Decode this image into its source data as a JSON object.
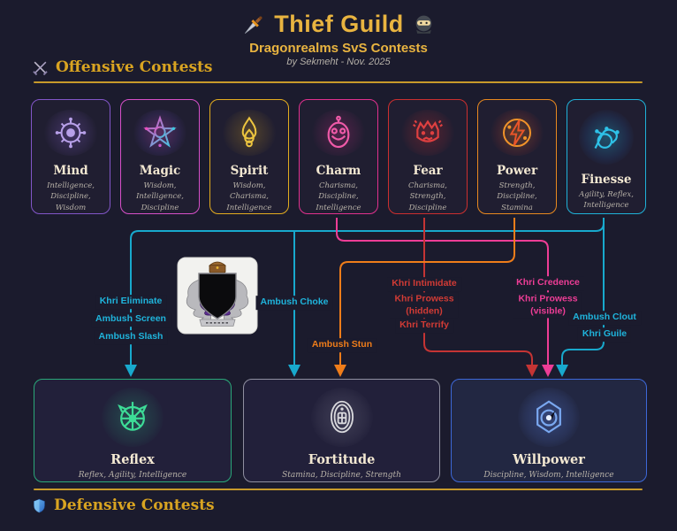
{
  "header": {
    "title": "Thief Guild",
    "subtitle": "Dragonrealms SvS Contests",
    "byline": "by Sekmeht - Nov. 2025"
  },
  "sections": {
    "offensive": "Offensive Contests",
    "defensive": "Defensive Contests"
  },
  "offensive_cards": [
    {
      "name": "Mind",
      "attrs": "Intelligence,\nDiscipline,\nWisdom",
      "color": "#8256c8"
    },
    {
      "name": "Magic",
      "attrs": "Wisdom,\nIntelligence,\nDiscipline",
      "color": "#d64fc8"
    },
    {
      "name": "Spirit",
      "attrs": "Wisdom,\nCharisma,\nIntelligence",
      "color": "#e3ac1f"
    },
    {
      "name": "Charm",
      "attrs": "Charisma,\nDiscipline,\nIntelligence",
      "color": "#e0318e"
    },
    {
      "name": "Fear",
      "attrs": "Charisma,\nStrength,\nDiscipline",
      "color": "#cc2f2f"
    },
    {
      "name": "Power",
      "attrs": "Strength,\nDiscipline,\nStamina",
      "color": "#e8891f"
    },
    {
      "name": "Finesse",
      "attrs": "Agility, Reflex,\nIntelligence",
      "color": "#1fb2d8"
    }
  ],
  "defensive_cards": [
    {
      "name": "Reflex",
      "attrs": "Reflex, Agility, Intelligence",
      "color": "#2aa879"
    },
    {
      "name": "Fortitude",
      "attrs": "Stamina, Discipline, Strength",
      "color": "#8f8fa0"
    },
    {
      "name": "Willpower",
      "attrs": "Discipline, Wisdom, Intelligence",
      "color": "#3d68d8"
    }
  ],
  "connector_labels": {
    "khri_eliminate": "Khri Eliminate",
    "ambush_screen": "Ambush Screen",
    "ambush_slash": "Ambush Slash",
    "ambush_choke": "Ambush Choke",
    "ambush_stun": "Ambush Stun",
    "khri_intimidate": "Khri Intimidate",
    "khri_prowess_hidden": "Khri Prowess\n(hidden)",
    "khri_terrify": "Khri Terrify",
    "khri_credence": "Khri Credence",
    "khri_prowess_visible": "Khri Prowess\n(visible)",
    "ambush_clout": "Ambush Clout",
    "khri_guile": "Khri Guile"
  },
  "connections": [
    {
      "from": "Finesse",
      "to": "Reflex",
      "labels": [
        "Khri Eliminate",
        "Ambush Screen",
        "Ambush Slash"
      ],
      "color": "#18a9cd"
    },
    {
      "from": "Finesse",
      "to": "Fortitude",
      "labels": [
        "Ambush Choke"
      ],
      "color": "#18a9cd"
    },
    {
      "from": "Finesse",
      "to": "Willpower",
      "labels": [
        "Ambush Clout",
        "Khri Guile"
      ],
      "color": "#18a9cd"
    },
    {
      "from": "Charm",
      "to": "Willpower",
      "labels": [
        "Khri Credence",
        "Khri Prowess (visible)"
      ],
      "color": "#ee3d96"
    },
    {
      "from": "Fear",
      "to": "Willpower",
      "labels": [
        "Khri Intimidate",
        "Khri Prowess (hidden)",
        "Khri Terrify"
      ],
      "color": "#c53434"
    },
    {
      "from": "Power",
      "to": "Fortitude",
      "labels": [
        "Ambush Stun"
      ],
      "color": "#ef7d1a"
    }
  ],
  "colors": {
    "background": "#1b1b2d",
    "gold": "#e0ab2e",
    "teal": "#18a9cd",
    "pink": "#ee3d96",
    "red": "#c53434",
    "orange": "#ef7d1a"
  }
}
